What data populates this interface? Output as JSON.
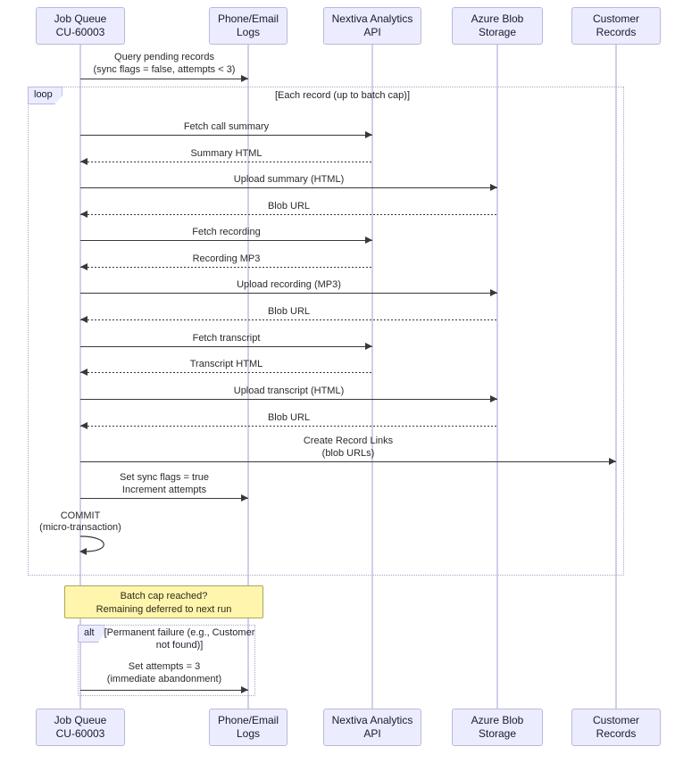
{
  "diagram": {
    "type": "sequence",
    "participants": [
      {
        "id": "job-queue",
        "label": "Job Queue\nCU-60003"
      },
      {
        "id": "phone-email-logs",
        "label": "Phone/Email Logs"
      },
      {
        "id": "nextiva-analytics-api",
        "label": "Nextiva Analytics API"
      },
      {
        "id": "azure-blob-storage",
        "label": "Azure Blob Storage"
      },
      {
        "id": "customer-records",
        "label": "Customer Records"
      }
    ],
    "messages": [
      {
        "text": "Query pending records\n(sync flags = false, attempts < 3)",
        "from": "job-queue",
        "to": "phone-email-logs",
        "line": "solid"
      },
      {
        "text": "Fetch call summary",
        "from": "job-queue",
        "to": "nextiva-analytics-api",
        "line": "solid"
      },
      {
        "text": "Summary HTML",
        "from": "nextiva-analytics-api",
        "to": "job-queue",
        "line": "dashed"
      },
      {
        "text": "Upload summary (HTML)",
        "from": "job-queue",
        "to": "azure-blob-storage",
        "line": "solid"
      },
      {
        "text": "Blob URL",
        "from": "azure-blob-storage",
        "to": "job-queue",
        "line": "dashed"
      },
      {
        "text": "Fetch recording",
        "from": "job-queue",
        "to": "nextiva-analytics-api",
        "line": "solid"
      },
      {
        "text": "Recording MP3",
        "from": "nextiva-analytics-api",
        "to": "job-queue",
        "line": "dashed"
      },
      {
        "text": "Upload recording (MP3)",
        "from": "job-queue",
        "to": "azure-blob-storage",
        "line": "solid"
      },
      {
        "text": "Blob URL",
        "from": "azure-blob-storage",
        "to": "job-queue",
        "line": "dashed"
      },
      {
        "text": "Fetch transcript",
        "from": "job-queue",
        "to": "nextiva-analytics-api",
        "line": "solid"
      },
      {
        "text": "Transcript HTML",
        "from": "nextiva-analytics-api",
        "to": "job-queue",
        "line": "dashed"
      },
      {
        "text": "Upload transcript (HTML)",
        "from": "job-queue",
        "to": "azure-blob-storage",
        "line": "solid"
      },
      {
        "text": "Blob URL",
        "from": "azure-blob-storage",
        "to": "job-queue",
        "line": "dashed"
      },
      {
        "text": "Create Record Links\n(blob URLs)",
        "from": "job-queue",
        "to": "customer-records",
        "line": "solid"
      },
      {
        "text": "Set sync flags = true\nIncrement attempts",
        "from": "job-queue",
        "to": "phone-email-logs",
        "line": "solid"
      },
      {
        "text": "COMMIT\n(micro-transaction)",
        "from": "job-queue",
        "to": "job-queue",
        "line": "self"
      },
      {
        "text": "Set attempts = 3\n(immediate abandonment)",
        "from": "job-queue",
        "to": "phone-email-logs",
        "line": "solid"
      }
    ],
    "loop_fragment": {
      "label": "loop",
      "condition": "[Each record (up to batch cap)]"
    },
    "alt_fragment": {
      "label": "alt",
      "condition": "[Permanent failure (e.g., Customer\nnot found)]"
    },
    "note": {
      "text": "Batch cap reached?\nRemaining deferred to next run"
    },
    "colors": {
      "actor_fill": "#ECECFF",
      "actor_border": "#b9b9db",
      "note_fill": "#FFF5AD",
      "note_border": "#AAAA33",
      "lifeline": "#cfcfec",
      "arrow": "#383838",
      "fragment_border": "#a9a9c9"
    }
  }
}
